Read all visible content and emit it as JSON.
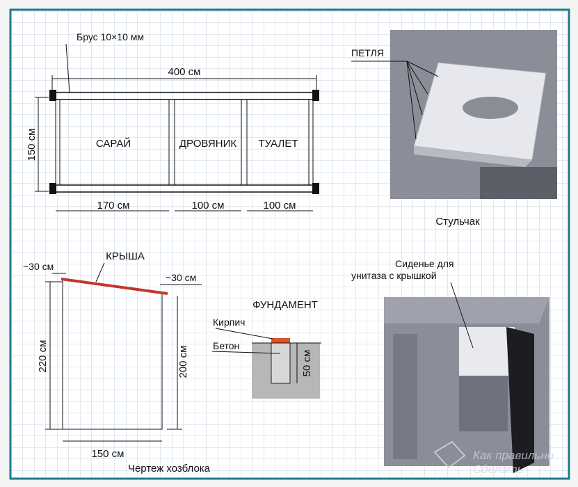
{
  "plan": {
    "beam_label": "Брус 10×10 мм",
    "total_width": "400 см",
    "height": "150 см",
    "rooms": [
      "САРАЙ",
      "ДРОВЯНИК",
      "ТУАЛЕТ"
    ],
    "room_widths": [
      "170 см",
      "100 см",
      "100 см"
    ]
  },
  "seat": {
    "hinge_label": "ПЕТЛЯ",
    "caption": "Стульчак"
  },
  "side": {
    "roof_label": "КРЫША",
    "overhang_left": "~30 см",
    "overhang_right": "~30 см",
    "front_height": "220 см",
    "back_height": "200 см",
    "depth": "150 см",
    "caption": "Чертеж хозблока"
  },
  "foundation": {
    "title": "ФУНДАМЕНТ",
    "brick": "Кирпич",
    "concrete": "Бетон",
    "depth": "50 см"
  },
  "toilet": {
    "caption_line1": "Сиденье для",
    "caption_line2": "унитаза с крышкой"
  },
  "watermark": {
    "line1": "Как правильно",
    "line2": "Сделать"
  },
  "colors": {
    "frame": "#1f7a8c",
    "grid": "#c5d3e3",
    "roof": "#c0392b",
    "brick": "#e0522a"
  }
}
